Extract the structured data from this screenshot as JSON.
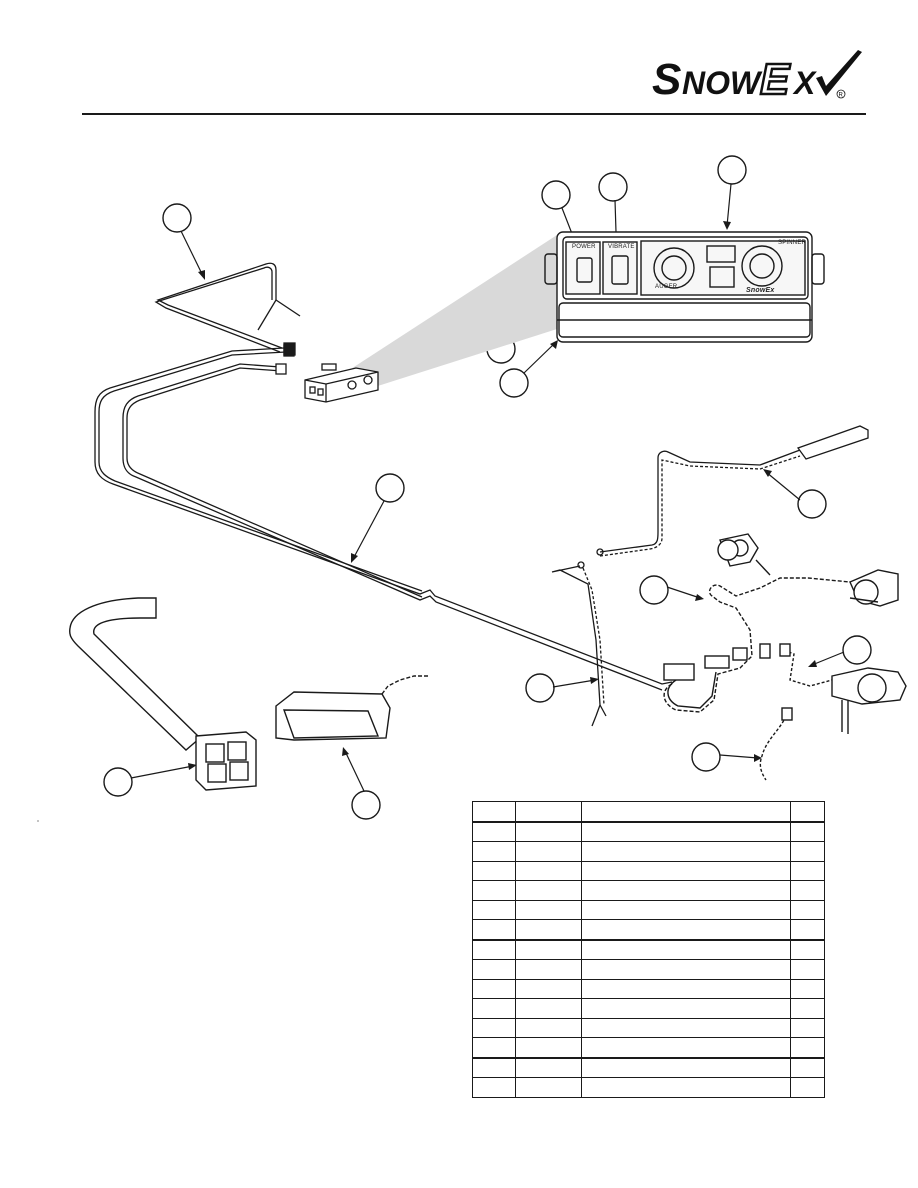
{
  "brand": {
    "logo_text": "SNOWEX",
    "registered_mark": "®"
  },
  "control_panel": {
    "power_label": "POWER",
    "vibrate_label": "VIBRATE",
    "spinner_label": "SPINNER",
    "auger_label": "AUGER",
    "panel_logo": "SnowEx"
  },
  "parts_table": {
    "row_count": 15,
    "columns": [
      "",
      "",
      "",
      ""
    ]
  }
}
